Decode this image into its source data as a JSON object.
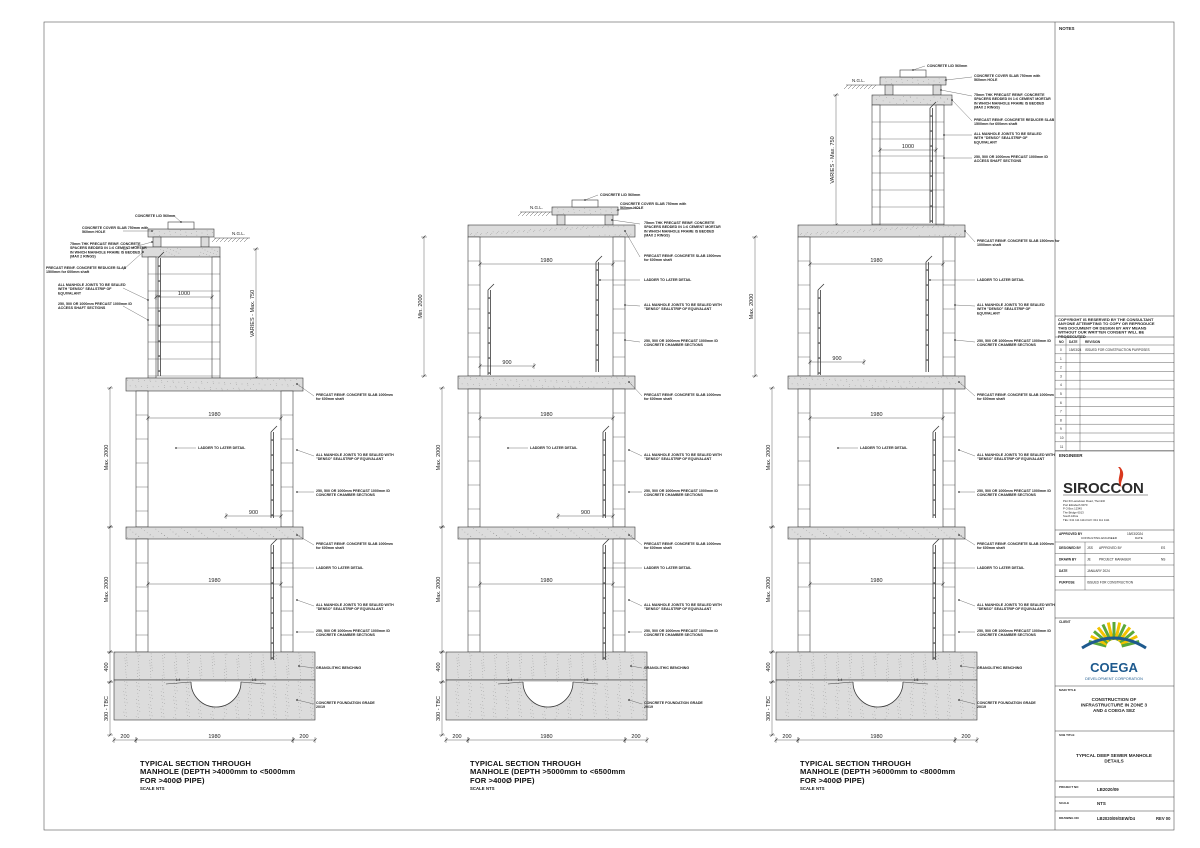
{
  "sheet": {
    "notes_label": "NOTES",
    "copyright": "COPYRIGHT IS RESERVED BY THE CONSULTANT ANYONE ATTEMPTING TO COPY OR REPRODUCE THIS DOCUMENT OR DESIGN BY ANY MEANS WITHOUT OUR WRITTEN CONSENT WILL BE PROSECUTED",
    "revision_header": {
      "no": "NO",
      "date": "DATE",
      "revision": "REVISION"
    },
    "revisions": [
      {
        "no": "0",
        "date": "15/03/24",
        "text": "ISSUED FOR CONSTRUCTION PURPOSES"
      }
    ],
    "engineer_label": "ENGINEER",
    "engineer_logo": "SIROCCON",
    "engineer_address": [
      "Plot 63 Lansdown Road, Thornhill",
      "Port Elizabeth 6070",
      "P O Box 12345",
      "The Bridge 6013",
      "South Africa",
      "TEL: 041 111 1111 FAX: 041 111 1111"
    ],
    "approved_label": "APPROVED BY",
    "approved_role": "CONSULTING ENGINEER",
    "approved_date_label": "DATE",
    "approved_date": "15/03/2024",
    "designed_label": "DESIGNED BY",
    "designed_value": "JSS",
    "approved_by2_label": "APPROVED BY",
    "approved_by2_value": "ES",
    "drawn_label": "DRAWN BY",
    "drawn_value": "JE",
    "pm_label": "PROJECT MANAGER",
    "pm_value": "NS",
    "date_label": "DATE",
    "date_value": "JANUARY 2024",
    "purpose_label": "PURPOSE",
    "purpose_value": "ISSUED FOR CONSTRUCTION",
    "client_label": "CLIENT",
    "client_logo": "COEGA",
    "client_sub": "DEVELOPMENT CORPORATION",
    "main_title_label": "MAIN TITLE",
    "main_title": "CONSTRUCTION OF INFRASTRUCTURE IN ZONE 3 AND 4 COEGA SEZ",
    "sub_title_label": "SUB TITLE",
    "sub_title": "TYPICAL DEEP SEWER MANHOLE DETAILS",
    "project_label": "PROJECT NO",
    "project_value": "LB2020/09",
    "scale_label": "SCALE",
    "scale_value": "NTS",
    "drawing_label": "DRAWING NO",
    "drawing_value": "LB2020/09/SEW/D4",
    "rev_value": "REV 00",
    "colors": {
      "line": "#3a3a3a",
      "concrete": "#dcdcdc",
      "siro_red": "#d9381e",
      "coega_blue": "#1e5a8e",
      "coega_green": "#5aa83a",
      "coega_yellow": "#f2c200"
    }
  },
  "sections": [
    {
      "caption": [
        "TYPICAL SECTION THROUGH",
        "MANHOLE (DEPTH >4000mm to <5000mm",
        "FOR >400Ø PIPE)"
      ],
      "scale": "SCALE  NTS",
      "labels": {
        "lid": "CONCRETE LID 560mm",
        "cover": "CONCRETE COVER SLAB 750mm with 560mm HOLE",
        "spacers": "75mm THK PRECAST REINF. CONCRETE SPACERS BEDDED IN 1:6 CEMENT MORTAR IN WHICH MANHOLE FRAME IS BEDDED (MAX 2 RINGS)",
        "reducer": "PRECAST REINF. CONCRETE REDUCER SLAB 1500mm for 600mm shaft",
        "joints_top": "ALL MANHOLE JOINTS TO BE SEALED WITH \"DENSO\" SEALSTRIP OF EQUIVALANT",
        "shaft": "250, 500 OR 1000mm PRECAST 1000mm ID ACCESS SHAFT SECTIONS",
        "slab1": "PRECAST REINF. CONCRETE SLAB 1000mm for 600mm shaft",
        "ladder1": "LADDER TO LATER DETAIL",
        "joints1": "ALL MANHOLE JOINTS TO BE SEALED WITH \"DENSO\" SEALSTRIP OF EQUIVALANT",
        "chamber1": "250, 500 OR 1000mm PRECAST 1000mm ID CONCRETE CHAMBER SECTIONS",
        "slab2": "PRECAST REINF. CONCRETE SLAB 1000mm for 600mm shaft",
        "ladder2": "LADDER TO LATER DETAIL",
        "joints2": "ALL MANHOLE JOINTS TO BE SEALED WITH \"DENSO\" SEALSTRIP OF EQUIVALANT",
        "chamber2": "250, 500 OR 1000mm PRECAST 1000mm ID CONCRETE CHAMBER SECTIONS",
        "benching": "GRANOLITHIC BENCHING",
        "foundation": "CONCRETE FOUNDATION GRADE 20/19",
        "ngl": "N.G.L.",
        "shaft_dim": "VARIES - Max. 750",
        "dim1000": "1000",
        "dim1980a": "1980",
        "dim900": "900",
        "dim1980b": "1980",
        "dim1980c": "1980",
        "max2000a": "Max. 2000",
        "max2000b": "Max. 2000",
        "dim400": "400",
        "tbc": "300 - TBC",
        "d200l": "200",
        "d200r": "200",
        "slope1": "1:4",
        "slope2": "1:5"
      }
    },
    {
      "caption": [
        "TYPICAL SECTION THROUGH",
        "MANHOLE (DEPTH >5000mm to <6500mm",
        "FOR >400Ø PIPE)"
      ],
      "scale": "SCALE  NTS",
      "labels": {
        "lid": "CONCRETE LID 560mm",
        "cover": "CONCRETE COVER SLAB 750mm with 560mm HOLE",
        "spacers": "75mm THK PRECAST REINF. CONCRETE SPACERS BEDDED IN 1:6 CEMENT MORTAR IN WHICH MANHOLE FRAME IS BEDDED (MAX 2 RINGS)",
        "reducer": "PRECAST REINF. CONCRETE SLAB 1500mm for 600mm shaft",
        "ladder0": "LADDER TO LATER DETAIL",
        "joints_top": "ALL MANHOLE JOINTS TO BE SEALED WITH \"DENSO\" SEALSTRIP OF EQUIVALANT",
        "shaft": "250, 500 OR 1000mm PRECAST 1000mm ID CONCRETE CHAMBER SECTIONS",
        "slab1": "PRECAST REINF. CONCRETE SLAB 1000mm for 600mm shaft",
        "ladder1": "LADDER TO LATER DETAIL",
        "joints1": "ALL MANHOLE JOINTS TO BE SEALED WITH \"DENSO\" SEALSTRIP OF EQUIVALANT",
        "chamber1": "250, 500 OR 1000mm PRECAST 1000mm ID CONCRETE CHAMBER SECTIONS",
        "slab2": "PRECAST REINF. CONCRETE SLAB 1000mm for 600mm shaft",
        "ladder2": "LADDER TO LATER DETAIL",
        "joints2": "ALL MANHOLE JOINTS TO BE SEALED WITH \"DENSO\" SEALSTRIP OF EQUIVALANT",
        "chamber2": "250, 500 OR 1000mm PRECAST 1000mm ID CONCRETE CHAMBER SECTIONS",
        "benching": "GRANOLITHIC BENCHING",
        "foundation": "CONCRETE FOUNDATION GRADE 20/19",
        "ngl": "N.G.L.",
        "min2000": "Min. 2000",
        "dim1980top": "1980",
        "dim900top": "900",
        "dim1980a": "1980",
        "dim900": "900",
        "dim1980b": "1980",
        "dim1980c": "1980",
        "max2000a": "Max. 2000",
        "max2000b": "Max. 2000",
        "dim400": "400",
        "tbc": "300 - TBC",
        "d200l": "200",
        "d200r": "200",
        "slope1": "1:4",
        "slope2": "1:5"
      }
    },
    {
      "caption": [
        "TYPICAL SECTION THROUGH",
        "MANHOLE (DEPTH >6000mm to <8000mm",
        "FOR >400Ø PIPE)"
      ],
      "scale": "SCALE  NTS",
      "labels": {
        "lid": "CONCRETE LID 560mm",
        "cover": "CONCRETE COVER SLAB 750mm with 560mm HOLE",
        "spacers": "75mm THK PRECAST REINF. CONCRETE SPACERS BEDDED IN 1:6 CEMENT MORTAR IN WHICH MANHOLE FRAME IS BEDDED (MAX 2 RINGS)",
        "reducer": "PRECAST REINF. CONCRETE REDUCER SLAB 1500mm for 600mm shaft",
        "joints_shaft": "ALL MANHOLE JOINTS TO BE SEALED WITH \"DENSO\" SEALSTRIP OF EQUIVALANT",
        "shaft": "250, 500 OR 1000mm PRECAST 1000mm ID ACCESS SHAFT SECTIONS",
        "slab0": "PRECAST REINF. CONCRETE SLAB 1500mm for 1000mm shaft",
        "ladder0": "LADDER TO LATER DETAIL",
        "joints_top": "ALL MANHOLE JOINTS TO BE SEALED WITH \"DENSO\" SEALSTRIP OF EQUIVALANT",
        "chamber0": "250, 500 OR 1000mm PRECAST 1000mm ID CONCRETE CHAMBER SECTIONS",
        "slab1": "PRECAST REINF. CONCRETE SLAB 1000mm for 600mm shaft",
        "ladder1": "LADDER TO LATER DETAIL",
        "joints1": "ALL MANHOLE JOINTS TO BE SEALED WITH \"DENSO\" SEALSTRIP OF EQUIVALANT",
        "chamber1": "250, 500 OR 1000mm PRECAST 1000mm ID CONCRETE CHAMBER SECTIONS",
        "slab2": "PRECAST REINF. CONCRETE SLAB 1000mm for 600mm shaft",
        "ladder2": "LADDER TO LATER DETAIL",
        "joints2": "ALL MANHOLE JOINTS TO BE SEALED WITH \"DENSO\" SEALSTRIP OF EQUIVALANT",
        "chamber2": "250, 500 OR 1000mm PRECAST 1000mm ID CONCRETE CHAMBER SECTIONS",
        "benching": "GRANOLITHIC BENCHING",
        "foundation": "CONCRETE FOUNDATION GRADE 20/19",
        "ngl": "N.G.L.",
        "shaft_dim": "VARIES - Max. 750",
        "dim1000": "1000",
        "max2000top": "Max. 2000",
        "dim1980top": "1980",
        "dim900top": "900",
        "dim1980a": "1980",
        "dim1980c": "1980",
        "max2000a": "Max. 2000",
        "max2000b": "Max. 2000",
        "dim400": "400",
        "tbc": "300 - TBC",
        "d200l": "200",
        "d200r": "200",
        "slope1": "1:4",
        "slope2": "1:5"
      }
    }
  ]
}
